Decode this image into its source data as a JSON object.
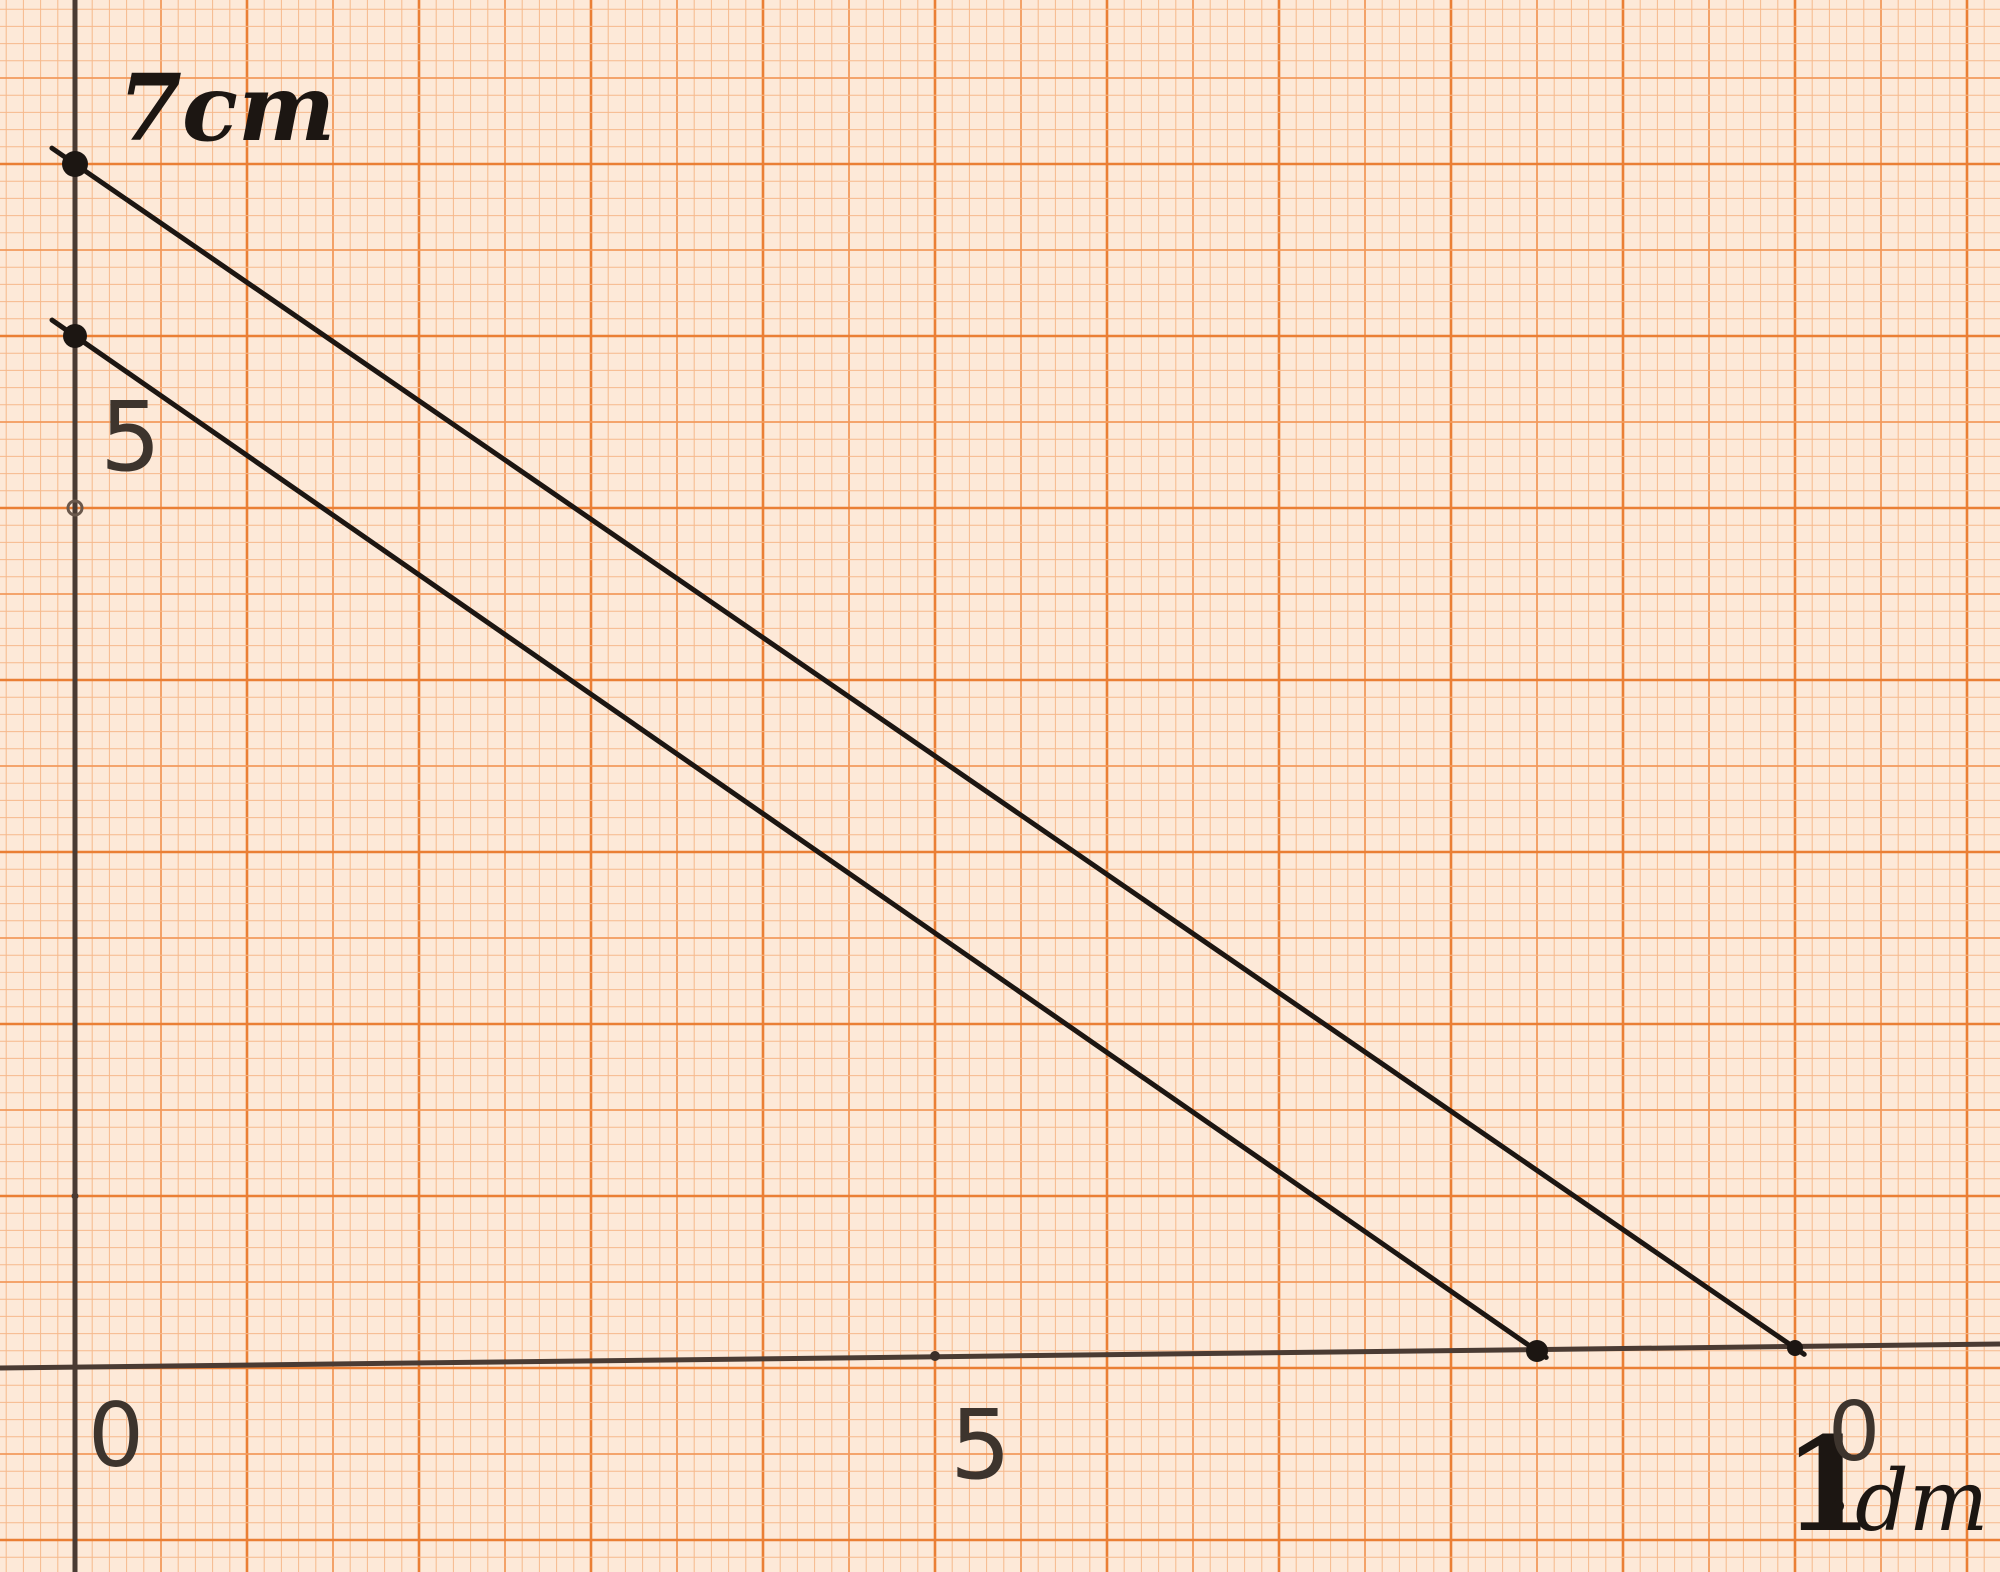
{
  "labels": {
    "y_top": "7cm",
    "y_mid": "5",
    "x_origin": "0",
    "x_mid": "5",
    "x_end_1": "1",
    "x_end_0": "0",
    "x_unit": "dm"
  },
  "chart_data": {
    "type": "line",
    "x_axis_unit": "dm",
    "y_axis_unit": "cm",
    "x_ticks": [
      "0",
      "5",
      "10"
    ],
    "y_ticks": [
      "5",
      "7"
    ],
    "series": [
      {
        "values": [
          [
            0,
            7
          ],
          [
            10,
            0
          ]
        ]
      },
      {
        "values": [
          [
            0,
            6
          ],
          [
            8.5,
            0
          ]
        ]
      }
    ]
  },
  "colors": {
    "paper": "#fde9d8",
    "grid_minor": "#f6b98c",
    "grid_mid": "#f29a5c",
    "grid_major": "#ea7f35",
    "ink": "#1c1612",
    "axis": "#4a3b33"
  }
}
